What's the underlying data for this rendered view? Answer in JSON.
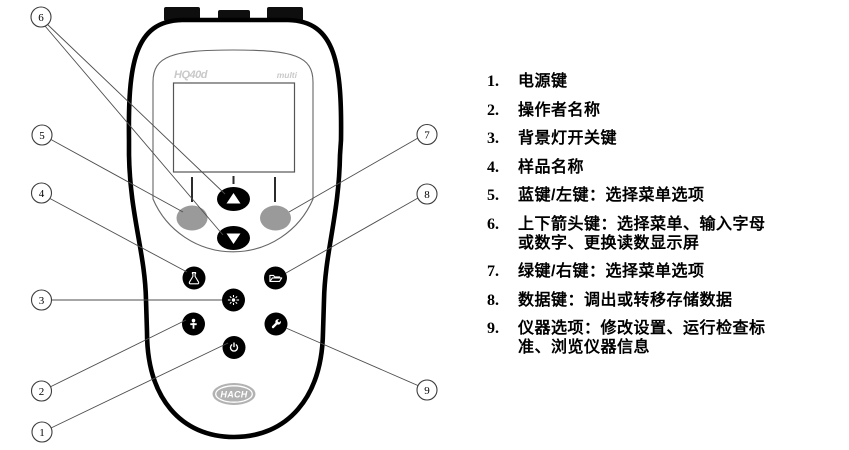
{
  "device": {
    "top_logo_left": "HQ40d",
    "top_logo_right": "multi",
    "brand": "HACH",
    "keys": [
      {
        "name": "up-arrow-key"
      },
      {
        "name": "down-arrow-key"
      },
      {
        "name": "blue-left-key"
      },
      {
        "name": "green-right-key"
      },
      {
        "name": "sample-name-key"
      },
      {
        "name": "data-key"
      },
      {
        "name": "backlight-key"
      },
      {
        "name": "operator-key"
      },
      {
        "name": "instrument-options-key"
      },
      {
        "name": "power-key"
      }
    ]
  },
  "callouts": [
    "1",
    "2",
    "3",
    "4",
    "5",
    "6",
    "7",
    "8",
    "9"
  ],
  "legend": {
    "items": [
      {
        "num": "1.",
        "text": "电源键"
      },
      {
        "num": "2.",
        "text": "操作者名称"
      },
      {
        "num": "3.",
        "text": "背景灯开关键"
      },
      {
        "num": "4.",
        "text": "样品名称"
      },
      {
        "num": "5.",
        "text": "蓝键/左键：选择菜单选项"
      },
      {
        "num": "6.",
        "text": "上下箭头键：选择菜单、输入字母或数字、更换读数显示屏"
      },
      {
        "num": "7.",
        "text": "绿键/右键：选择菜单选项"
      },
      {
        "num": "8.",
        "text": "数据键：调出或转移存储数据"
      },
      {
        "num": "9.",
        "text": "仪器选项：修改设置、运行检查标准、浏览仪器信息"
      }
    ]
  },
  "colors": {
    "body_outline": "#000000",
    "key_black": "#000000",
    "key_gray": "#9a9a9a",
    "screen_logo_gray": "#c9c9c9",
    "hach_oval_gray": "#b2b2b2",
    "callout_line": "#4d4d4d",
    "text": "#000000"
  }
}
